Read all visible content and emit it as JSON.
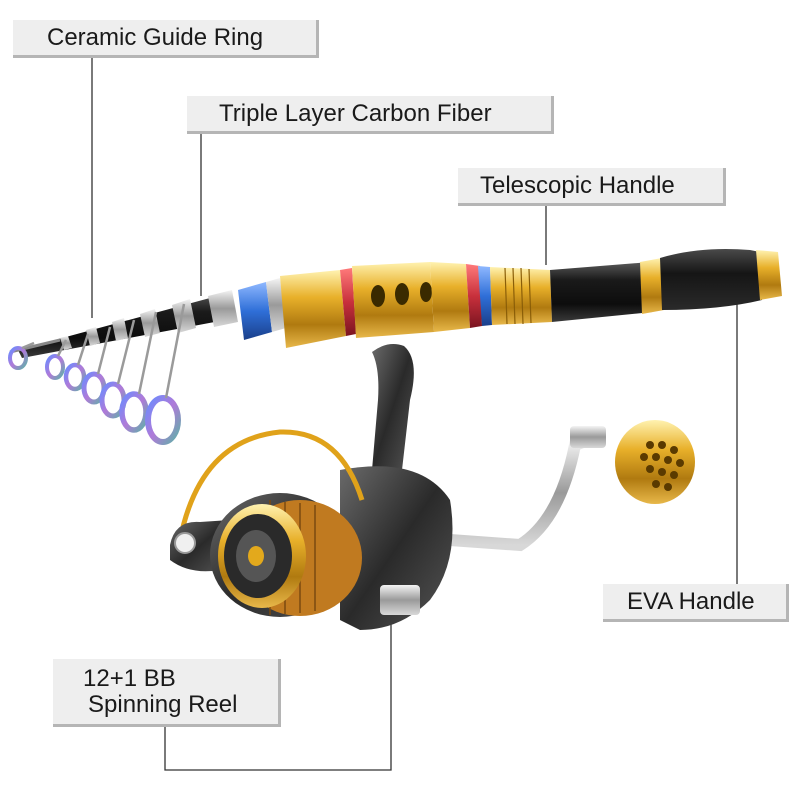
{
  "labels": {
    "guide_ring": "Ceramic Guide Ring",
    "carbon_fiber": "Triple Layer Carbon Fiber",
    "telescopic_handle": "Telescopic Handle",
    "eva_handle": "EVA Handle",
    "reel_line1": "12+1 BB",
    "reel_line2": "Spinning Reel"
  },
  "colors": {
    "background": "#ffffff",
    "label_bg": "#eeeeee",
    "label_shadow": "#b5b5b5",
    "gold": "#e3a91c",
    "blue_ring": "#2f6fd8",
    "red_ring": "#c8303c",
    "carbon": "#1c1c1c",
    "handle_foam": "#151515",
    "guide_purple": "#9a6fd0"
  }
}
